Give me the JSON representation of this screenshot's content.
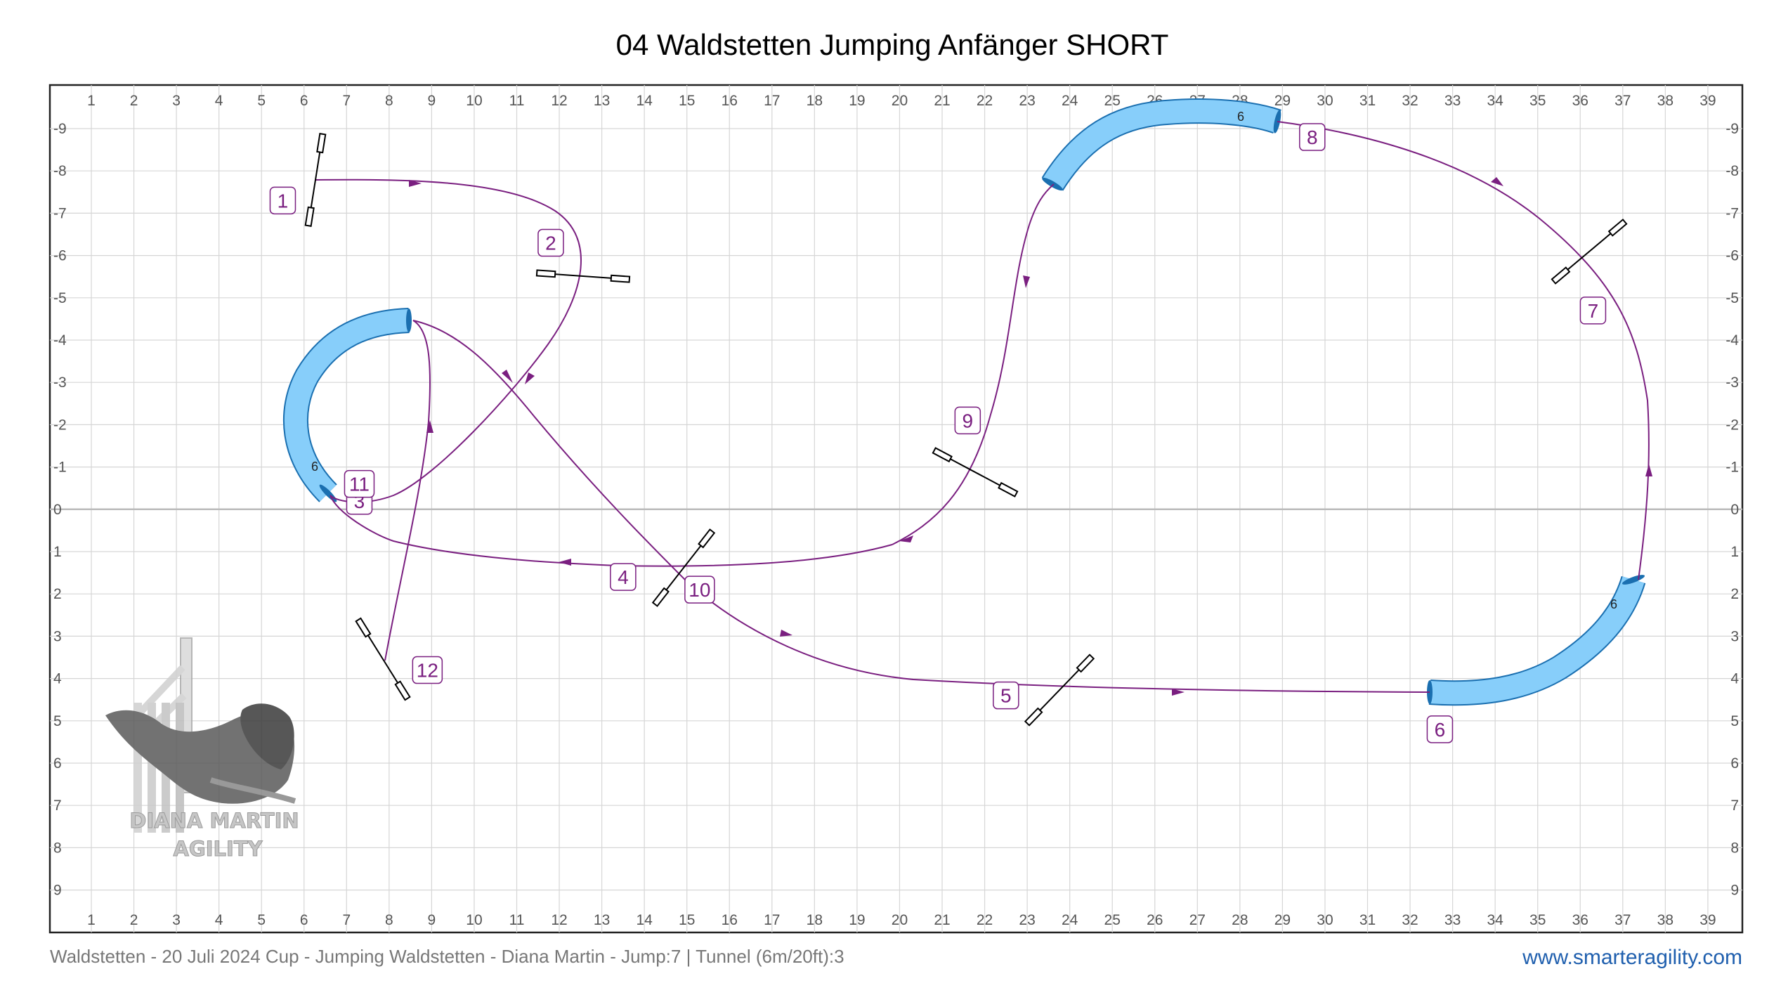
{
  "title": "04 Waldstetten Jumping Anfänger SHORT",
  "axes": {
    "x_ticks": [
      "1",
      "2",
      "3",
      "4",
      "5",
      "6",
      "7",
      "8",
      "9",
      "10",
      "11",
      "12",
      "13",
      "14",
      "15",
      "16",
      "17",
      "18",
      "19",
      "20",
      "21",
      "22",
      "23",
      "24",
      "25",
      "26",
      "27",
      "28",
      "29",
      "30",
      "31",
      "32",
      "33",
      "34",
      "35",
      "36",
      "37",
      "38",
      "39"
    ],
    "y_ticks": [
      "-9",
      "-8",
      "-7",
      "-6",
      "-5",
      "-4",
      "-3",
      "-2",
      "-1",
      "0",
      "1",
      "2",
      "3",
      "4",
      "5",
      "6",
      "7",
      "8",
      "9"
    ]
  },
  "markers": [
    {
      "label": "1",
      "x": 5.5,
      "y": -7.3
    },
    {
      "label": "2",
      "x": 11.8,
      "y": -6.3
    },
    {
      "label": "3",
      "x": 7.3,
      "y": -0.2
    },
    {
      "label": "4",
      "x": 13.5,
      "y": 1.6
    },
    {
      "label": "5",
      "x": 22.5,
      "y": 4.4
    },
    {
      "label": "6",
      "x": 32.7,
      "y": 5.2
    },
    {
      "label": "7",
      "x": 36.3,
      "y": -4.7
    },
    {
      "label": "8",
      "x": 29.7,
      "y": -8.8
    },
    {
      "label": "9",
      "x": 21.6,
      "y": -2.1
    },
    {
      "label": "10",
      "x": 15.3,
      "y": 1.9
    },
    {
      "label": "11",
      "x": 7.3,
      "y": -0.6
    },
    {
      "label": "12",
      "x": 8.9,
      "y": 3.8
    }
  ],
  "tunnel_labels": [
    "6",
    "6",
    "6"
  ],
  "logo": [
    "DIANA MARTIN",
    "AGILITY"
  ],
  "footer": {
    "caption": "Waldstetten - 20 Juli 2024 Cup - Jumping Waldstetten - Diana Martin - Jump:7 | Tunnel (6m/20ft):3",
    "website": "www.smarteragility.com"
  },
  "colors": {
    "path": "#7a1f80",
    "tunnel": "#87cefa",
    "tunnel_edge": "#1a6fb0",
    "grid": "#d6d6d6"
  }
}
